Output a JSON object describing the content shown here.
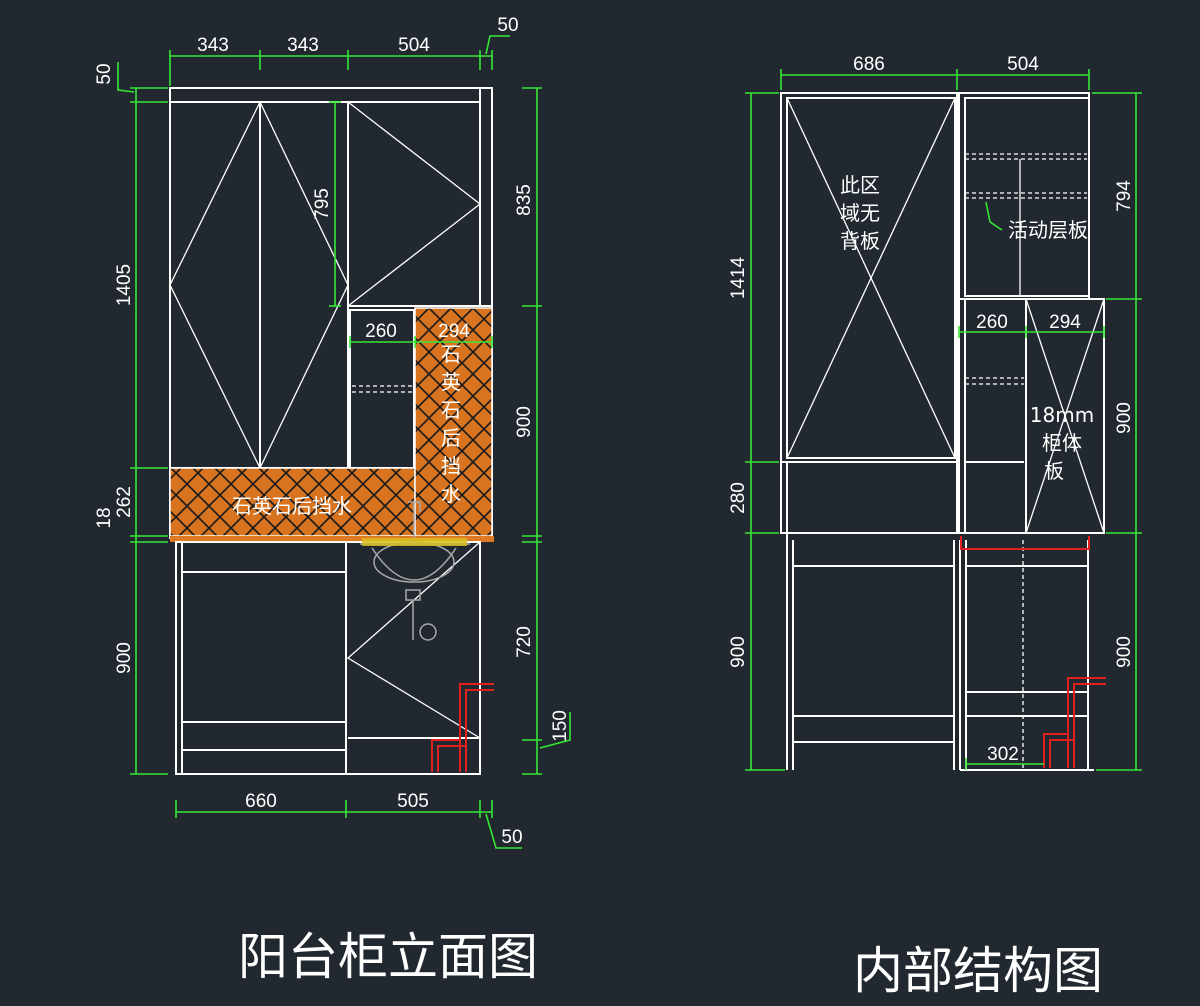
{
  "titles": {
    "elevation": "阳台柜立面图",
    "structure": "内部结构图"
  },
  "elevation": {
    "top_widths": [
      "343",
      "343",
      "504",
      "50"
    ],
    "top_left_margin": "50",
    "left_heights": [
      "1405",
      "262",
      "18",
      "900"
    ],
    "right_heights": [
      "835",
      "900",
      "720",
      "150"
    ],
    "inner_height": "795",
    "bottom_widths": [
      "660",
      "505",
      "50"
    ],
    "niche_widths": [
      "260",
      "294"
    ],
    "backsplash_horizontal": "石英石后挡水",
    "backsplash_vertical": [
      "石",
      "英",
      "石",
      "后",
      "挡",
      "水"
    ]
  },
  "structure": {
    "top_widths": [
      "686",
      "504"
    ],
    "left_heights": [
      "1414",
      "280",
      "900"
    ],
    "right_heights": [
      "794",
      "900",
      "900"
    ],
    "inner_widths": [
      "260",
      "294"
    ],
    "bottom_width": "302",
    "no_back_note": [
      "此区",
      "域无",
      "背板"
    ],
    "shelf_note": "活动层板",
    "board_note": [
      "18mm",
      "柜体",
      "板"
    ]
  },
  "colors": {
    "background": "#212830",
    "lines": "#ffffff",
    "dimensions": "#35e835",
    "pipes": "#e02020",
    "quartz": "#e07a22"
  }
}
